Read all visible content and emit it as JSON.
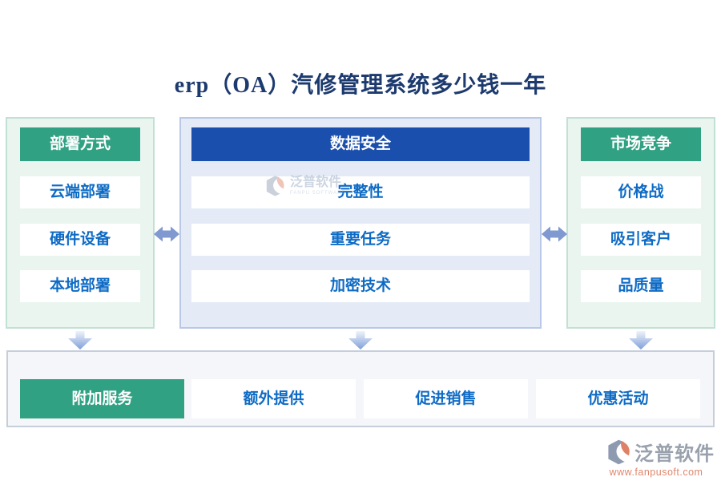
{
  "title": "erp（OA）汽修管理系统多少钱一年",
  "diagram": {
    "columns": [
      {
        "header": "部署方式",
        "items": [
          "云端部署",
          "硬件设备",
          "本地部署"
        ]
      },
      {
        "header": "数据安全",
        "items": [
          "完整性",
          "重要任务",
          "加密技术"
        ]
      },
      {
        "header": "市场竞争",
        "items": [
          "价格战",
          "吸引客户",
          "品质量"
        ]
      }
    ],
    "bottom": {
      "items": [
        "附加服务",
        "额外提供",
        "促进销售",
        "优惠活动"
      ],
      "highlighted": "附加服务"
    }
  },
  "watermark": {
    "brand": "泛普软件",
    "brand_en": "FANPU SOFTWARE"
  },
  "footer": {
    "brand": "泛普软件",
    "website": "www.fanpusoft.com"
  },
  "colors": {
    "accent_green": "#31a183",
    "accent_blue": "#1b4fad",
    "item_text_blue": "#0e6bc5",
    "title_navy": "#1c3a6e",
    "arrow_periwinkle": "#8099d1",
    "logo_salmon": "#e0846a",
    "logo_gray": "#99a1ad"
  }
}
